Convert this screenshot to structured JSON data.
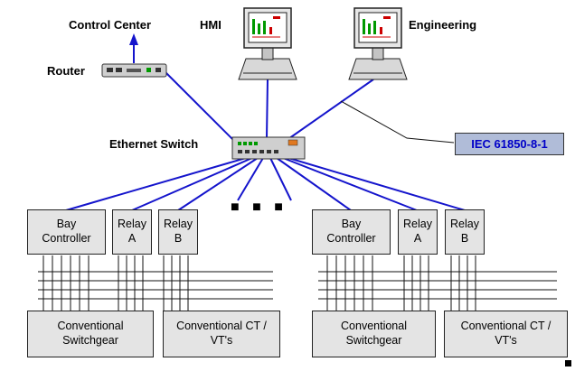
{
  "labels": {
    "control_center": "Control Center",
    "hmi": "HMI",
    "engineering": "Engineering",
    "router": "Router",
    "ethernet_switch": "Ethernet Switch",
    "iec_standard": "IEC 61850-8-1",
    "continuation_dots": "■ ■ ■"
  },
  "devices": {
    "bay_controller_left": "Bay Controller",
    "relay_a_left": "Relay A",
    "relay_b_left": "Relay B",
    "bay_controller_right": "Bay Controller",
    "relay_a_right": "Relay A",
    "relay_b_right": "Relay B"
  },
  "conventional": {
    "switchgear_left": "Conventional Switchgear",
    "ct_vt_left": "Conventional CT / VT's",
    "switchgear_right": "Conventional Switchgear",
    "ct_vt_right": "Conventional CT / VT's"
  },
  "colors": {
    "connection_blue": "#1414cc",
    "wire_black": "#111111",
    "box_fill": "#e4e4e4",
    "iec_fill": "#b0bcd8",
    "iec_text": "#0000c8",
    "screen_green": "#009900",
    "screen_red": "#cc0000",
    "led_orange": "#e07820"
  }
}
